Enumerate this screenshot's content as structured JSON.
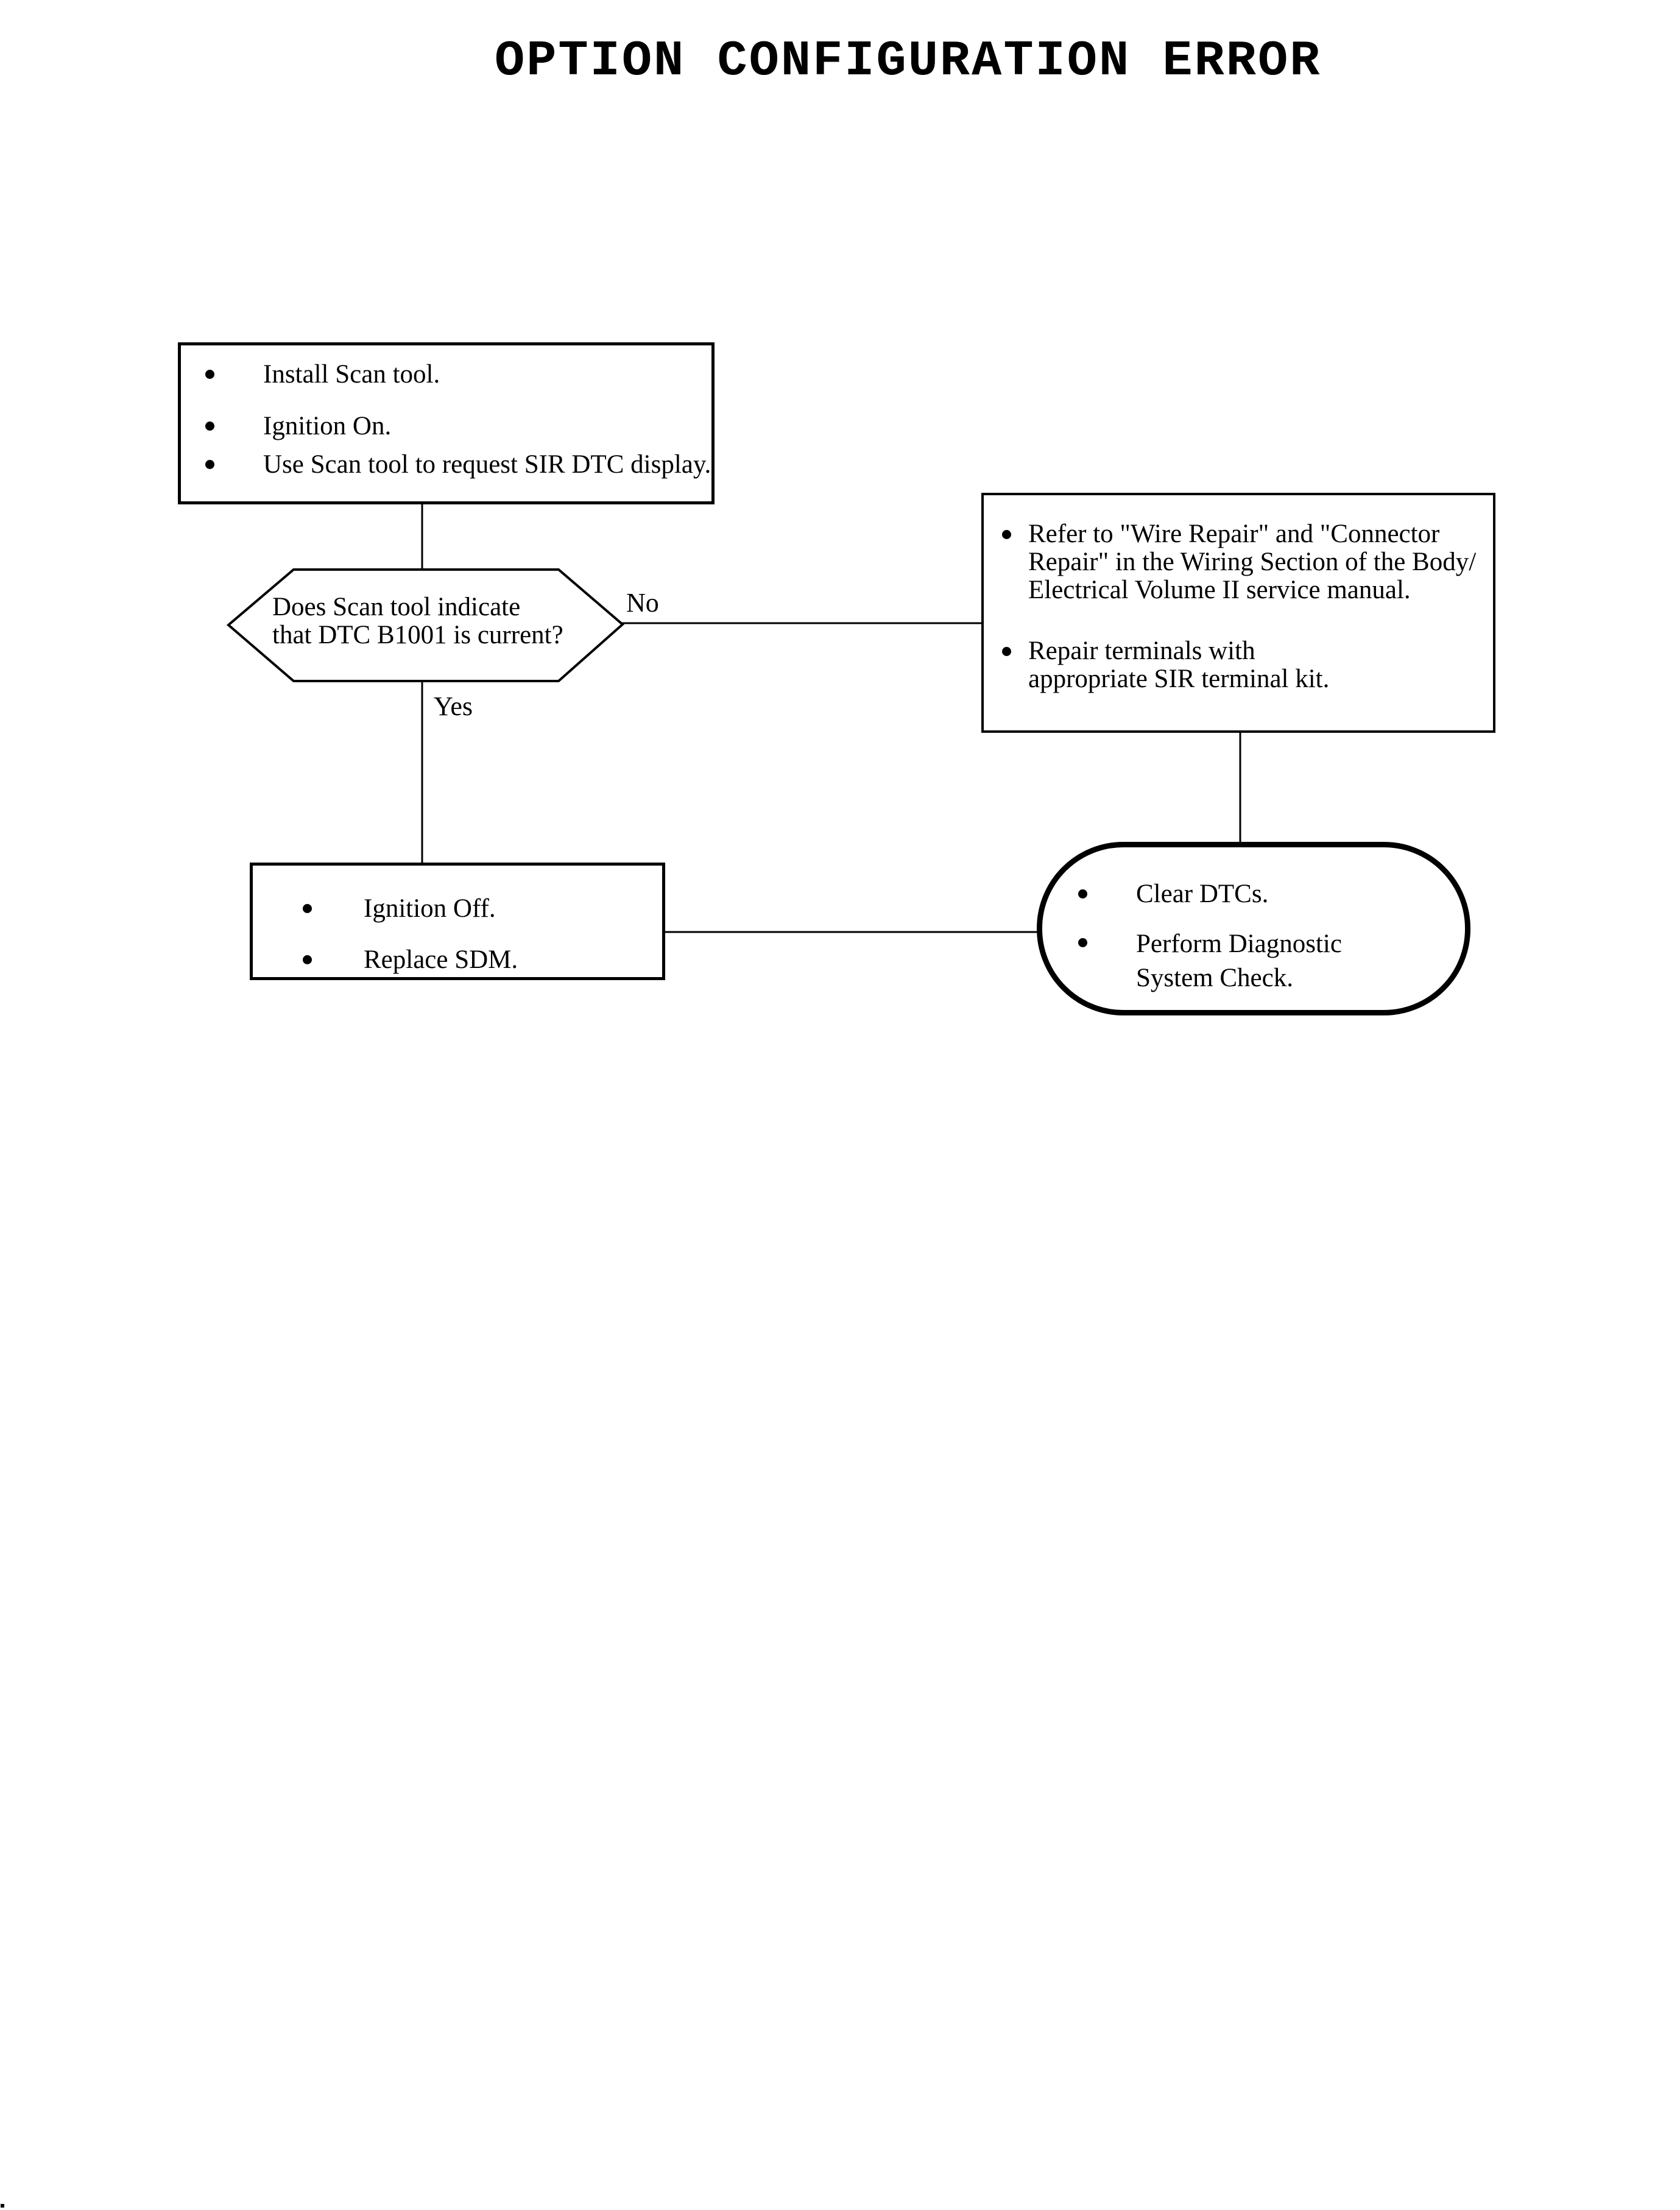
{
  "page": {
    "title": "OPTION CONFIGURATION ERROR"
  },
  "colors": {
    "background": "#ffffff",
    "line": "#000000",
    "text": "#000000"
  },
  "flowchart": {
    "start_box": {
      "type": "process",
      "items": [
        "Install Scan tool.",
        "Ignition On.",
        "Use Scan tool to request SIR DTC display."
      ]
    },
    "decision": {
      "type": "decision",
      "lines": [
        "Does Scan tool indicate",
        "that DTC B1001 is current?"
      ],
      "no_label": "No",
      "yes_label": "Yes"
    },
    "no_box": {
      "type": "process",
      "items": [
        {
          "lines": [
            "Refer to \"Wire Repair\" and \"Connector",
            "Repair\" in the Wiring Section of the Body/",
            "Electrical Volume II service manual."
          ]
        },
        {
          "lines": [
            "Repair terminals with",
            "appropriate SIR terminal kit."
          ]
        }
      ]
    },
    "yes_box": {
      "type": "process",
      "items": [
        "Ignition Off.",
        "Replace SDM."
      ]
    },
    "end_box": {
      "type": "terminator",
      "items": [
        {
          "lines": [
            "Clear DTCs."
          ]
        },
        {
          "lines": [
            "Perform Diagnostic",
            "System Check."
          ]
        }
      ]
    }
  }
}
